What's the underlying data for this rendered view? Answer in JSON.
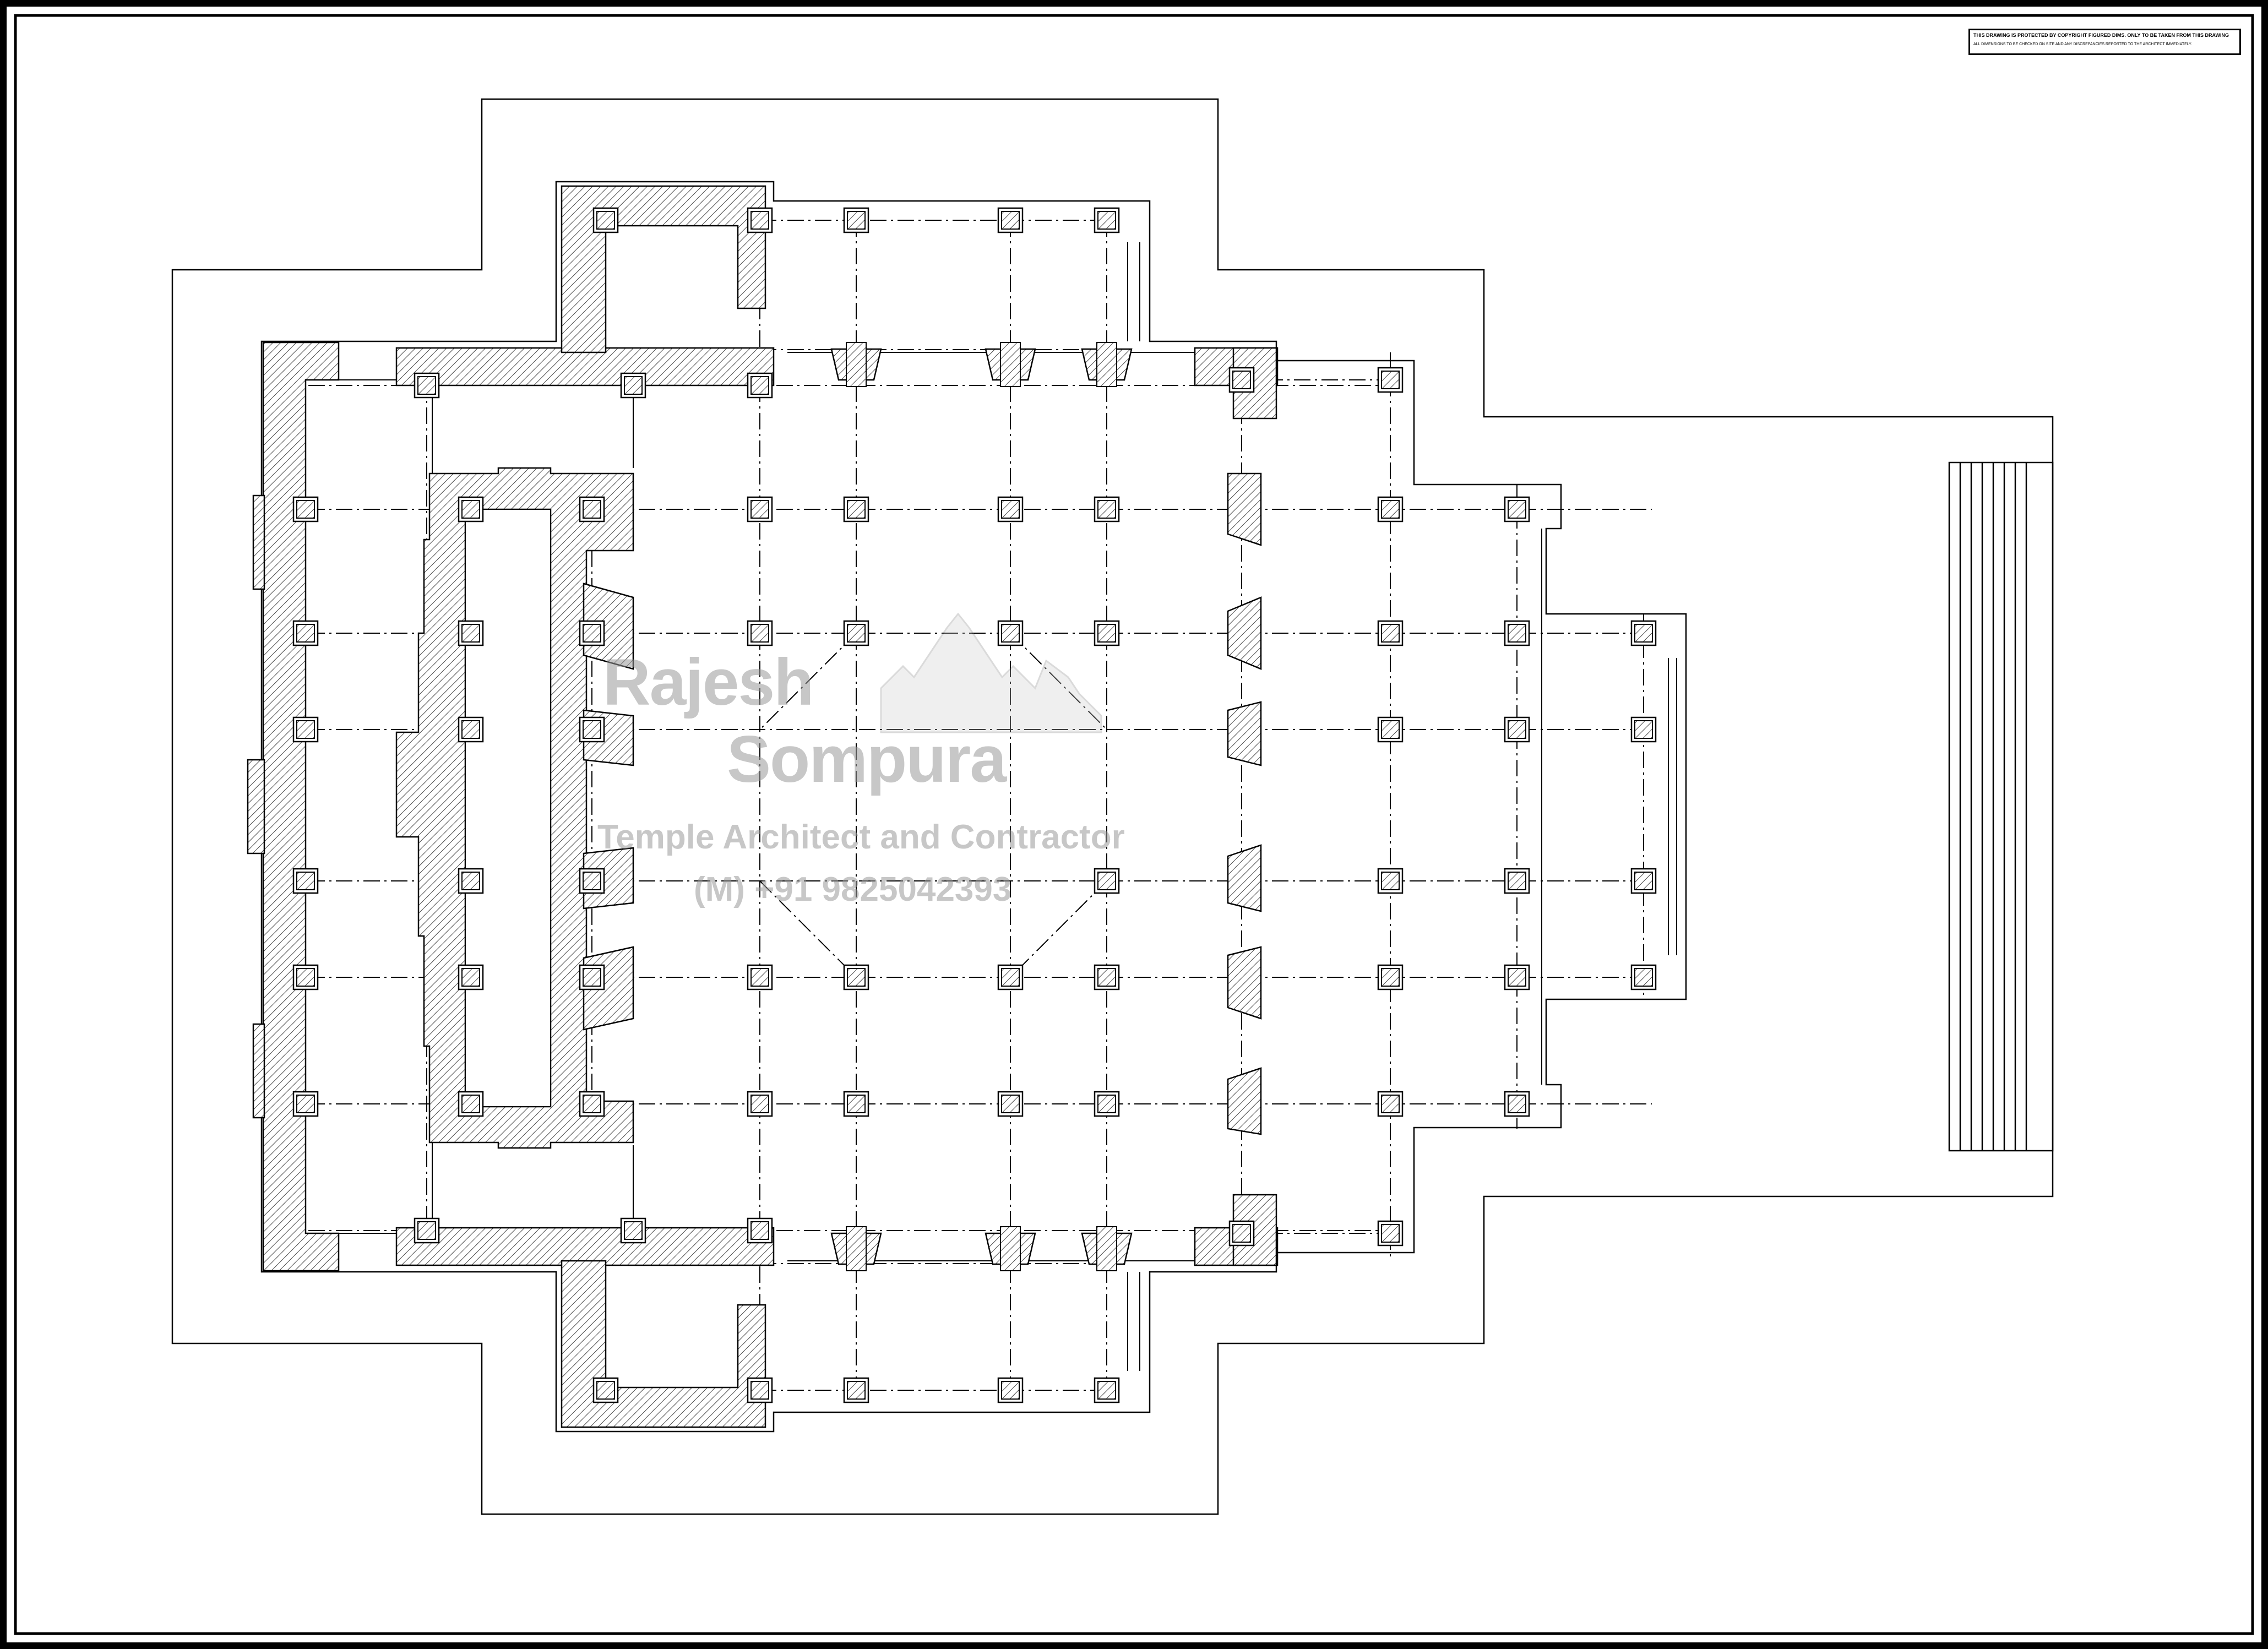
{
  "copyright_note": {
    "line1": "THIS DRAWING IS PROTECTED BY COPYRIGHT     FIGURED DIMS. ONLY TO BE TAKEN FROM THIS DRAWING",
    "line2": "ALL DIMENSIONS TO BE CHECKED ON SITE AND ANY DISCREPANCIES REPORTED TO THE ARCHITECT IMMEDIATELY."
  },
  "watermark": {
    "name_line1": "Rajesh",
    "name_line2": "Sompura",
    "title": "Temple Architect and Contractor",
    "phone": "(M) +91 9825042393"
  },
  "colors": {
    "line": "#000000",
    "hatch": "#555555",
    "watermark": "#9a9a9a"
  },
  "icons": {
    "watermark_logo": "temple-shikhara-icon"
  }
}
